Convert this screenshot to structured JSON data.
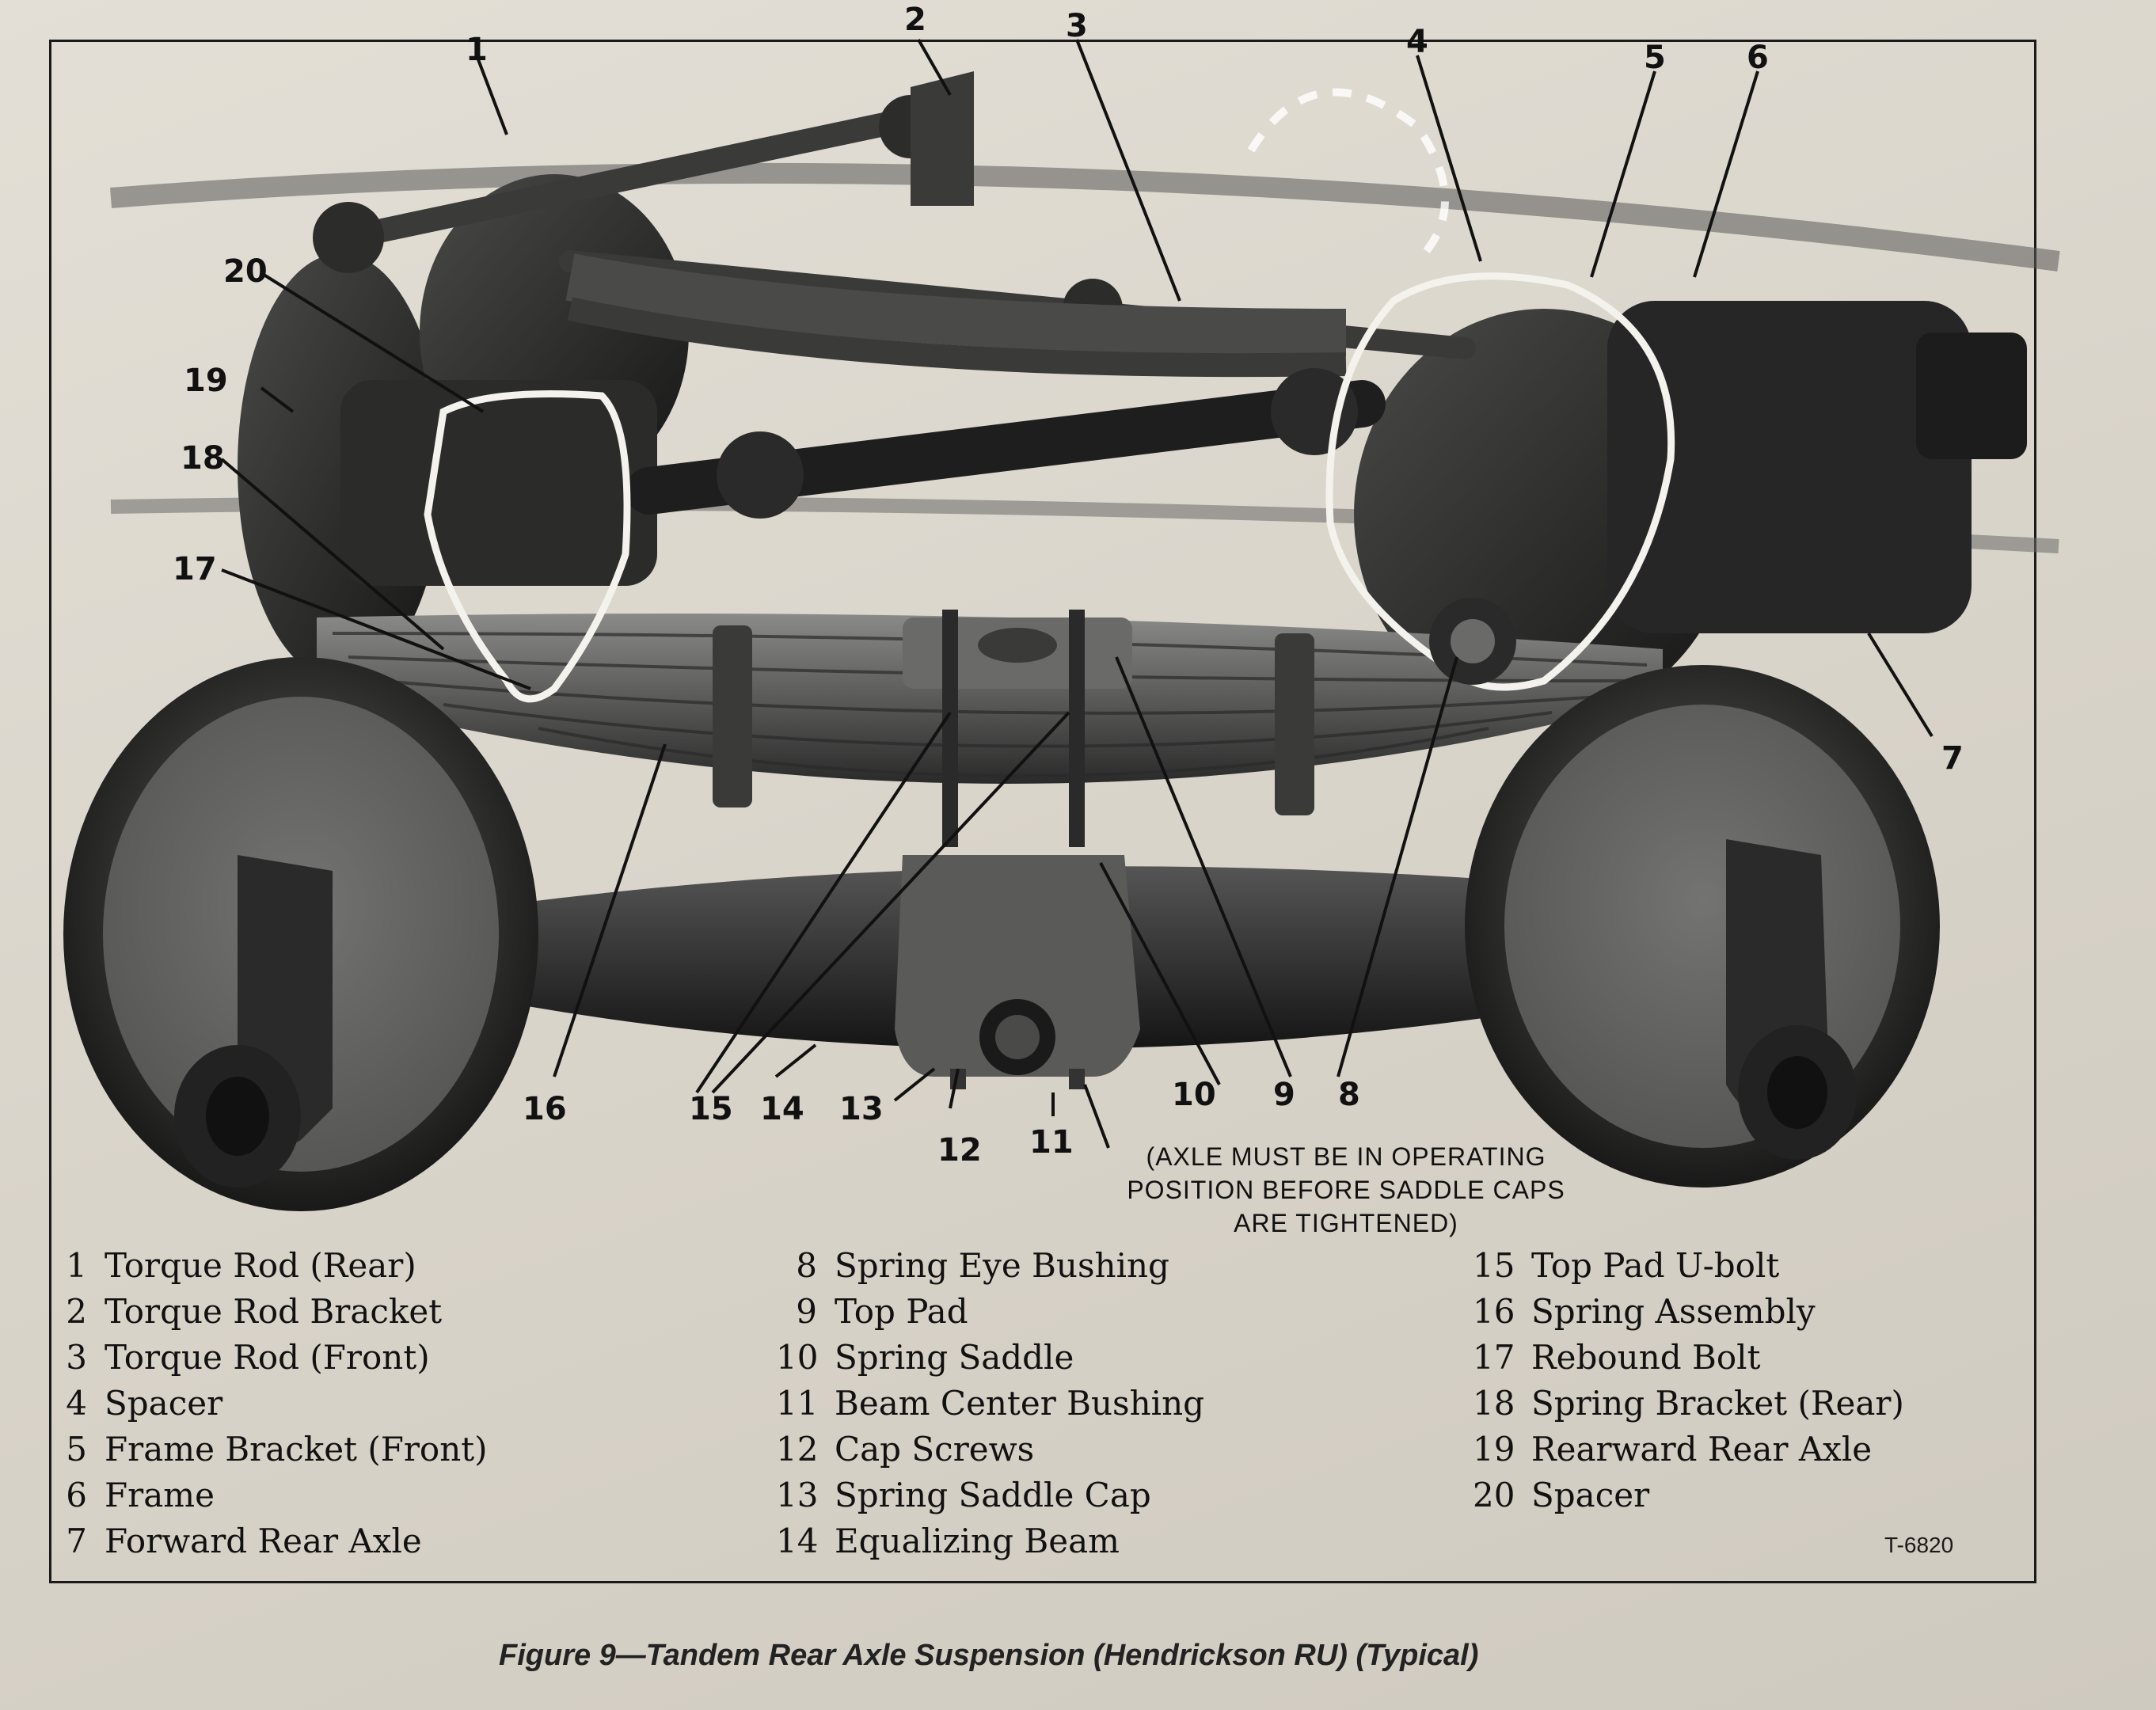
{
  "callouts": [
    "1",
    "2",
    "3",
    "4",
    "5",
    "6",
    "7",
    "8",
    "9",
    "10",
    "11",
    "12",
    "13",
    "14",
    "15",
    "16",
    "17",
    "18",
    "19",
    "20"
  ],
  "note": {
    "line1": "(AXLE MUST BE IN OPERATING",
    "line2": "POSITION BEFORE SADDLE CAPS",
    "line3": "ARE TIGHTENED)"
  },
  "legend": {
    "col1": [
      {
        "n": "1",
        "label": "Torque Rod (Rear)"
      },
      {
        "n": "2",
        "label": "Torque Rod Bracket"
      },
      {
        "n": "3",
        "label": "Torque Rod (Front)"
      },
      {
        "n": "4",
        "label": "Spacer"
      },
      {
        "n": "5",
        "label": "Frame Bracket (Front)"
      },
      {
        "n": "6",
        "label": "Frame"
      },
      {
        "n": "7",
        "label": "Forward Rear Axle"
      }
    ],
    "col2": [
      {
        "n": "8",
        "label": "Spring Eye Bushing"
      },
      {
        "n": "9",
        "label": "Top Pad"
      },
      {
        "n": "10",
        "label": "Spring Saddle"
      },
      {
        "n": "11",
        "label": "Beam Center Bushing"
      },
      {
        "n": "12",
        "label": "Cap Screws"
      },
      {
        "n": "13",
        "label": "Spring Saddle Cap"
      },
      {
        "n": "14",
        "label": "Equalizing Beam"
      }
    ],
    "col3": [
      {
        "n": "15",
        "label": "Top Pad U-bolt"
      },
      {
        "n": "16",
        "label": "Spring Assembly"
      },
      {
        "n": "17",
        "label": "Rebound Bolt"
      },
      {
        "n": "18",
        "label": "Spring Bracket (Rear)"
      },
      {
        "n": "19",
        "label": "Rearward Rear Axle"
      },
      {
        "n": "20",
        "label": "Spacer"
      }
    ]
  },
  "figure_code": "T-6820",
  "caption": "Figure 9—Tandem Rear Axle Suspension (Hendrickson RU) (Typical)"
}
